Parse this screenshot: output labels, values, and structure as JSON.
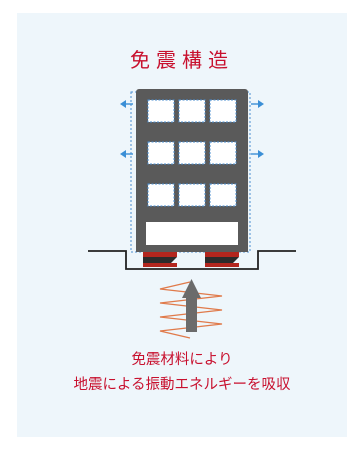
{
  "diagram": {
    "title": "免震構造",
    "caption_line1": "免震材料により",
    "caption_line2": "地震による振動エネルギーを吸収"
  },
  "colors": {
    "accent_red": "#c8102e",
    "panel_bg": "#eef6fb",
    "building_gray": "#5a5a5a",
    "window_blue": "#4a8fd1",
    "arrow_blue": "#3b8fd6",
    "isolator_red": "#b3261e",
    "ground_line": "#222222",
    "push_arrow": "#6b6b6b",
    "zigzag_orange": "#e07a4a"
  },
  "icons": {
    "sway_arrow": "arrow-left-right",
    "upward_force": "arrow-up-icon",
    "vibration": "zigzag-icon"
  }
}
